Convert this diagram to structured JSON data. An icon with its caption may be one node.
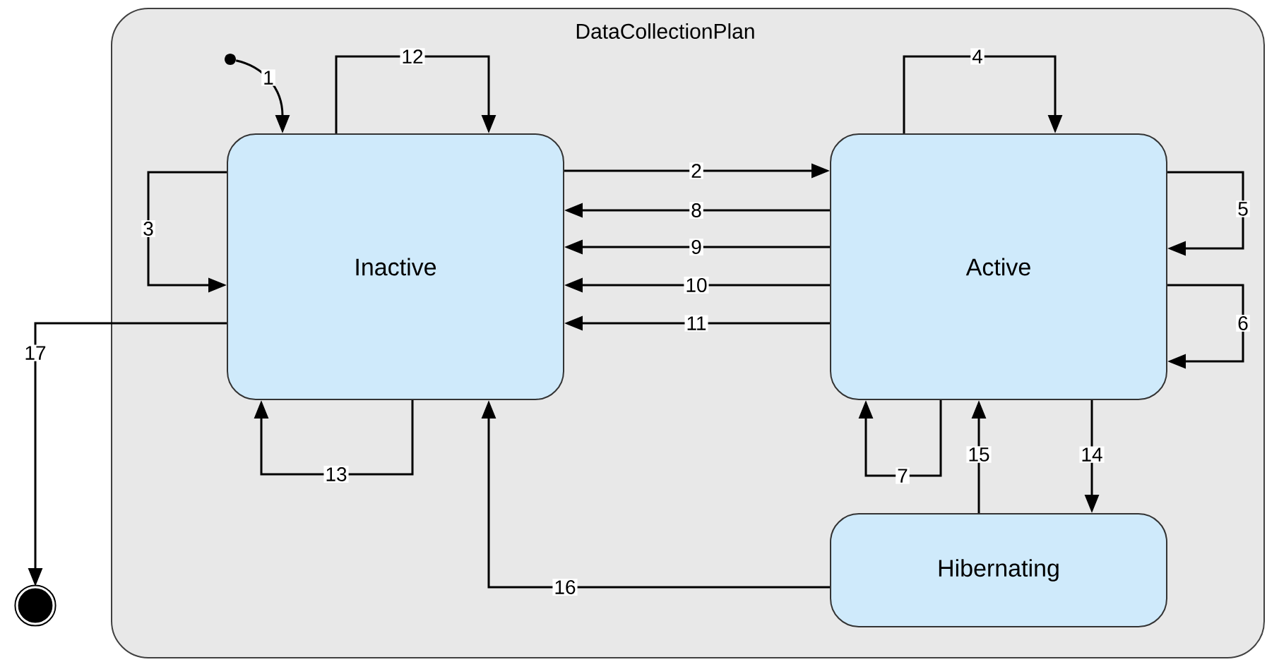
{
  "diagram": {
    "nodes": [
      {
        "text": [
          "DataCollectionPlan"
        ]
      },
      {
        "text": [],
        "shape": "circle",
        "in": 0
      },
      {
        "text": [
          "Inactive"
        ],
        "in": 0
      },
      {
        "text": [
          "Active"
        ],
        "in": 0
      },
      {
        "text": [
          "Hibernating"
        ],
        "in": 0
      },
      {
        "text": [],
        "shape": "circle"
      }
    ],
    "edges": [
      {
        "from": 1,
        "to": 2,
        "arrow": "to",
        "label": "1"
      },
      {
        "from": 2,
        "to": 3,
        "arrow": "to",
        "label": "2"
      },
      {
        "from": 2,
        "to": 2,
        "arrow": "to",
        "label": "3"
      },
      {
        "from": 3,
        "to": 3,
        "arrow": "to",
        "label": "4"
      },
      {
        "from": 3,
        "to": 3,
        "arrow": "to",
        "label": "5"
      },
      {
        "from": 3,
        "to": 3,
        "arrow": "to",
        "label": "6"
      },
      {
        "from": 3,
        "to": 3,
        "arrow": "to",
        "label": "7"
      },
      {
        "from": 3,
        "to": 2,
        "arrow": "to",
        "label": "8"
      },
      {
        "from": 3,
        "to": 2,
        "arrow": "to",
        "label": "9"
      },
      {
        "from": 3,
        "to": 2,
        "arrow": "to",
        "label": "10"
      },
      {
        "from": 3,
        "to": 2,
        "arrow": "to",
        "label": "11"
      },
      {
        "from": 2,
        "to": 2,
        "arrow": "to",
        "label": "12"
      },
      {
        "from": 2,
        "to": 2,
        "arrow": "to",
        "label": "13"
      },
      {
        "from": 3,
        "to": 4,
        "arrow": "to",
        "label": "14"
      },
      {
        "from": 4,
        "to": 3,
        "arrow": "to",
        "label": "15"
      },
      {
        "from": 4,
        "to": 2,
        "arrow": "to",
        "label": "16"
      },
      {
        "from": 2,
        "to": 5,
        "arrow": "to",
        "label": "17"
      }
    ]
  }
}
